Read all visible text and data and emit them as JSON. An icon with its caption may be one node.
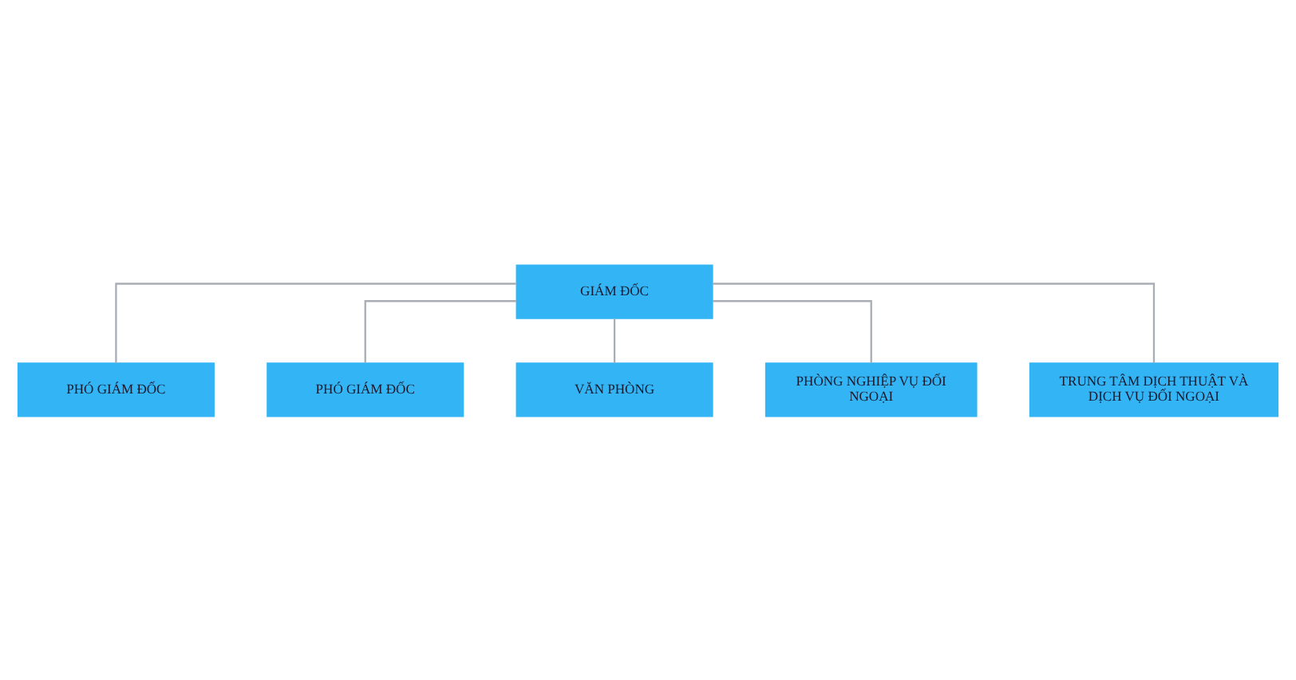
{
  "diagram": {
    "nodes": [
      {
        "text": [
          "GIÁM ĐỐC"
        ]
      },
      {
        "text": [
          "PHÓ GIÁM ĐỐC"
        ]
      },
      {
        "text": [
          "PHÓ GIÁM ĐỐC"
        ]
      },
      {
        "text": [
          "VĂN PHÒNG"
        ]
      },
      {
        "text": [
          "PHÒNG NGHIỆP VỤ ĐỐI NGOẠI"
        ]
      },
      {
        "text": [
          "TRUNG TÂM DỊCH THUẬT VÀ DỊCH VỤ ĐỐI NGOẠI"
        ]
      }
    ],
    "edges": [
      {
        "from": 0,
        "to": 1,
        "arrow": "none"
      },
      {
        "from": 0,
        "to": 2,
        "arrow": "none"
      },
      {
        "from": 0,
        "to": 3,
        "arrow": "none"
      },
      {
        "from": 0,
        "to": 4,
        "arrow": "none"
      },
      {
        "from": 0,
        "to": 5,
        "arrow": "none"
      }
    ]
  }
}
